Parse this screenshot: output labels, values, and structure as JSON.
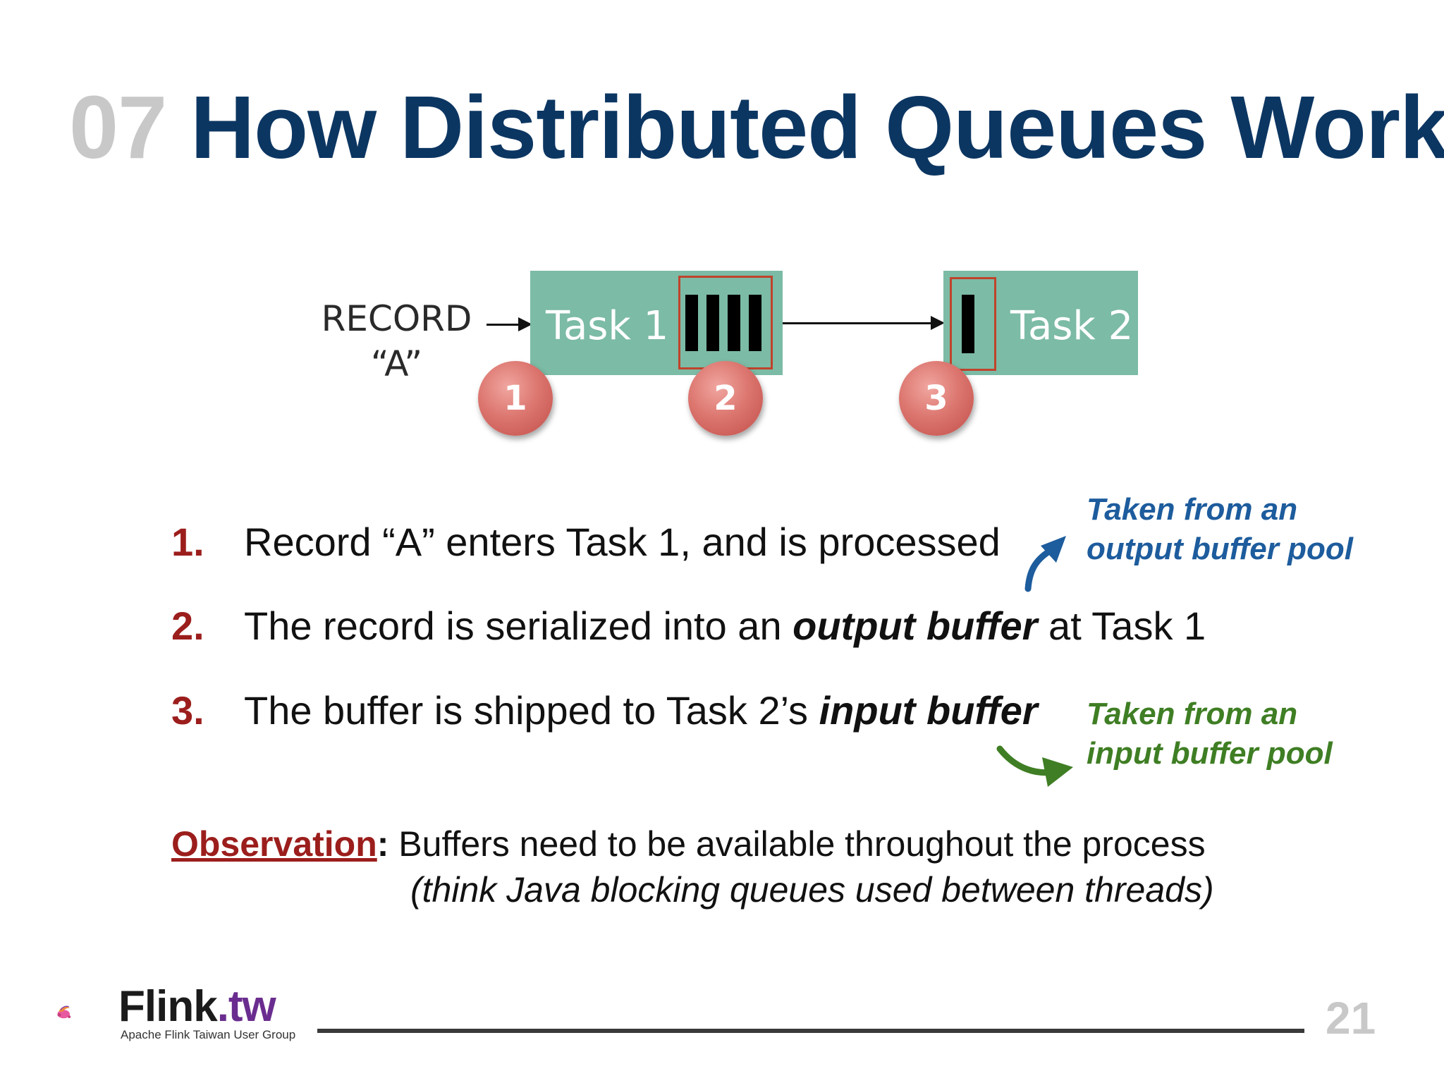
{
  "slide": {
    "title_number": "07",
    "title_text": "How Distributed Queues Work",
    "page_number": "21"
  },
  "diagram": {
    "record_label": "RECORD\n“A”",
    "task1_label": "Task 1",
    "task2_label": "Task 2",
    "badges": [
      "1",
      "2",
      "3"
    ],
    "colors": {
      "task_fill": "#7cbba5",
      "buffer_outline": "#c0432c",
      "badge": "#dc7770"
    }
  },
  "steps": [
    {
      "num": "1.",
      "text": "Record “A” enters Task 1, and is processed"
    },
    {
      "num": "2.",
      "text_before": "The record is serialized into an ",
      "emphasis": "output buffer",
      "text_after": " at Task 1"
    },
    {
      "num": "3.",
      "text_before": "The buffer is shipped to Task 2’s ",
      "emphasis": "input buffer"
    }
  ],
  "notes": {
    "output_pool": "Taken from an\noutput buffer pool",
    "input_pool": "Taken from an\ninput buffer pool"
  },
  "observation": {
    "label": "Observation",
    "colon": ":",
    "text": " Buffers need to be available throughout the process",
    "subtext": "(think Java blocking queues used between threads)"
  },
  "footer": {
    "logo_main": "Flink",
    "logo_suffix": ".tw",
    "logo_sub": "Apache Flink Taiwan User Group"
  }
}
